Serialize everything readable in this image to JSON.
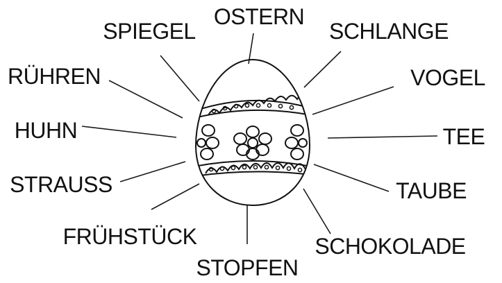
{
  "center": {
    "icon": "easter-egg-icon"
  },
  "words": [
    {
      "id": "ostern",
      "text": "OSTERN"
    },
    {
      "id": "spiegel",
      "text": "SPIEGEL"
    },
    {
      "id": "schlange",
      "text": "SCHLANGE"
    },
    {
      "id": "ruehren",
      "text": "RÜHREN"
    },
    {
      "id": "vogel",
      "text": "VOGEL"
    },
    {
      "id": "huhn",
      "text": "HUHN"
    },
    {
      "id": "tee",
      "text": "TEE"
    },
    {
      "id": "strauss",
      "text": "STRAUSS"
    },
    {
      "id": "taube",
      "text": "TAUBE"
    },
    {
      "id": "fruehstueck",
      "text": "FRÜHSTÜCK"
    },
    {
      "id": "schokolade",
      "text": "SCHOKOLADE"
    },
    {
      "id": "stopfen",
      "text": "STOPFEN"
    }
  ],
  "colors": {
    "ink": "#111111",
    "background": "#ffffff"
  }
}
